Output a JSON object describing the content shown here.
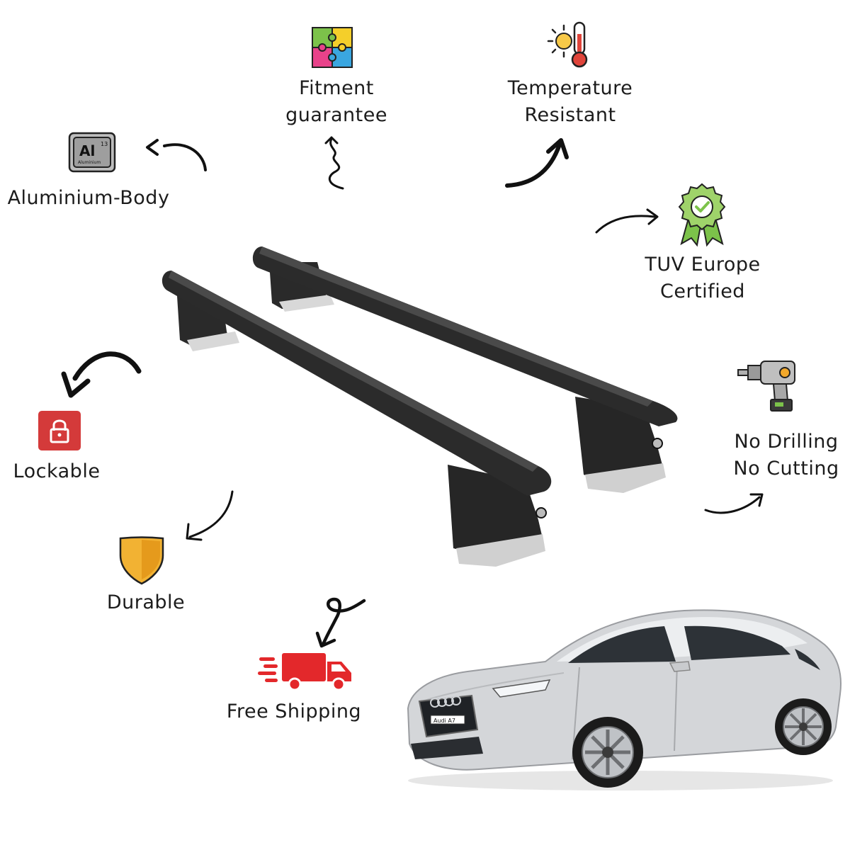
{
  "features": {
    "fitment": [
      "Fitment",
      "guarantee"
    ],
    "temperature": [
      "Temperature",
      "Resistant"
    ],
    "aluminium": "Aluminium-Body",
    "tuv": [
      "TUV Europe",
      "Certified"
    ],
    "lockable": "Lockable",
    "drilling": [
      "No Drilling",
      "No Cutting"
    ],
    "durable": "Durable",
    "shipping": "Free Shipping"
  },
  "element_badge": {
    "symbol": "Al",
    "atomic_number": "13",
    "name": "Aluminium"
  },
  "car_plate": "Audi A7",
  "icons": [
    "puzzle-icon",
    "temperature-icon",
    "aluminium-element-icon",
    "certified-badge-icon",
    "lock-icon",
    "drill-icon",
    "shield-icon",
    "delivery-truck-icon"
  ],
  "colors": {
    "text": "#1c1c1c",
    "bar": "#262626",
    "lock_red": "#d43a3a",
    "shield_orange": "#f2b233",
    "badge_green": "#7cc24a",
    "truck_red": "#e3282b"
  }
}
